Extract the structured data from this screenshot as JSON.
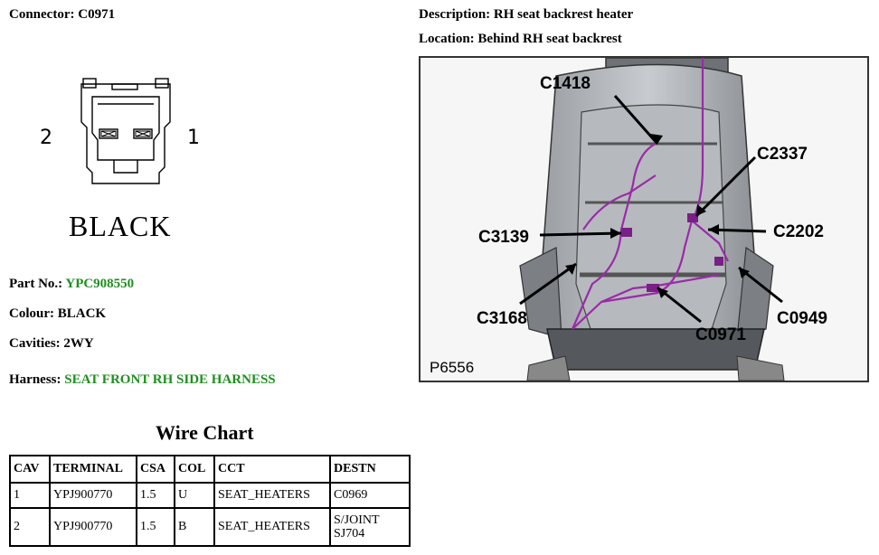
{
  "connector": {
    "label": "Connector:",
    "value": "C0971"
  },
  "description": {
    "label": "Description:",
    "value": "RH seat backrest heater"
  },
  "location": {
    "label": "Location:",
    "value": "Behind RH seat backrest"
  },
  "connector_face": {
    "pin_left": "2",
    "pin_right": "1",
    "colour_text": "BLACK"
  },
  "part_no": {
    "label": "Part No.:",
    "value": "YPC908550"
  },
  "colour": {
    "label": "Colour:",
    "value": "BLACK"
  },
  "cavities": {
    "label": "Cavities:",
    "value": "2WY"
  },
  "harness": {
    "label": "Harness:",
    "value": "SEAT FRONT RH SIDE HARNESS"
  },
  "colors": {
    "link_green": "#1f8f1f",
    "harness_purple": "#9b2aa8"
  },
  "photo": {
    "figure_ref": "P6556",
    "callouts": {
      "c1418": "C1418",
      "c2337": "C2337",
      "c3139": "C3139",
      "c2202": "C2202",
      "c3168": "C3168",
      "c0949": "C0949",
      "c0971": "C0971"
    }
  },
  "wire_chart": {
    "title": "Wire Chart",
    "headers": {
      "cav": "CAV",
      "terminal": "TERMINAL",
      "csa": "CSA",
      "col": "COL",
      "cct": "CCT",
      "destn": "DESTN"
    },
    "rows": [
      {
        "cav": "1",
        "terminal": "YPJ900770",
        "csa": "1.5",
        "col": "U",
        "cct": "SEAT_HEATERS",
        "destn_line1": "C0969",
        "destn_line2": ""
      },
      {
        "cav": "2",
        "terminal": "YPJ900770",
        "csa": "1.5",
        "col": "B",
        "cct": "SEAT_HEATERS",
        "destn_line1": "S/JOINT",
        "destn_line2": "SJ704"
      }
    ]
  }
}
